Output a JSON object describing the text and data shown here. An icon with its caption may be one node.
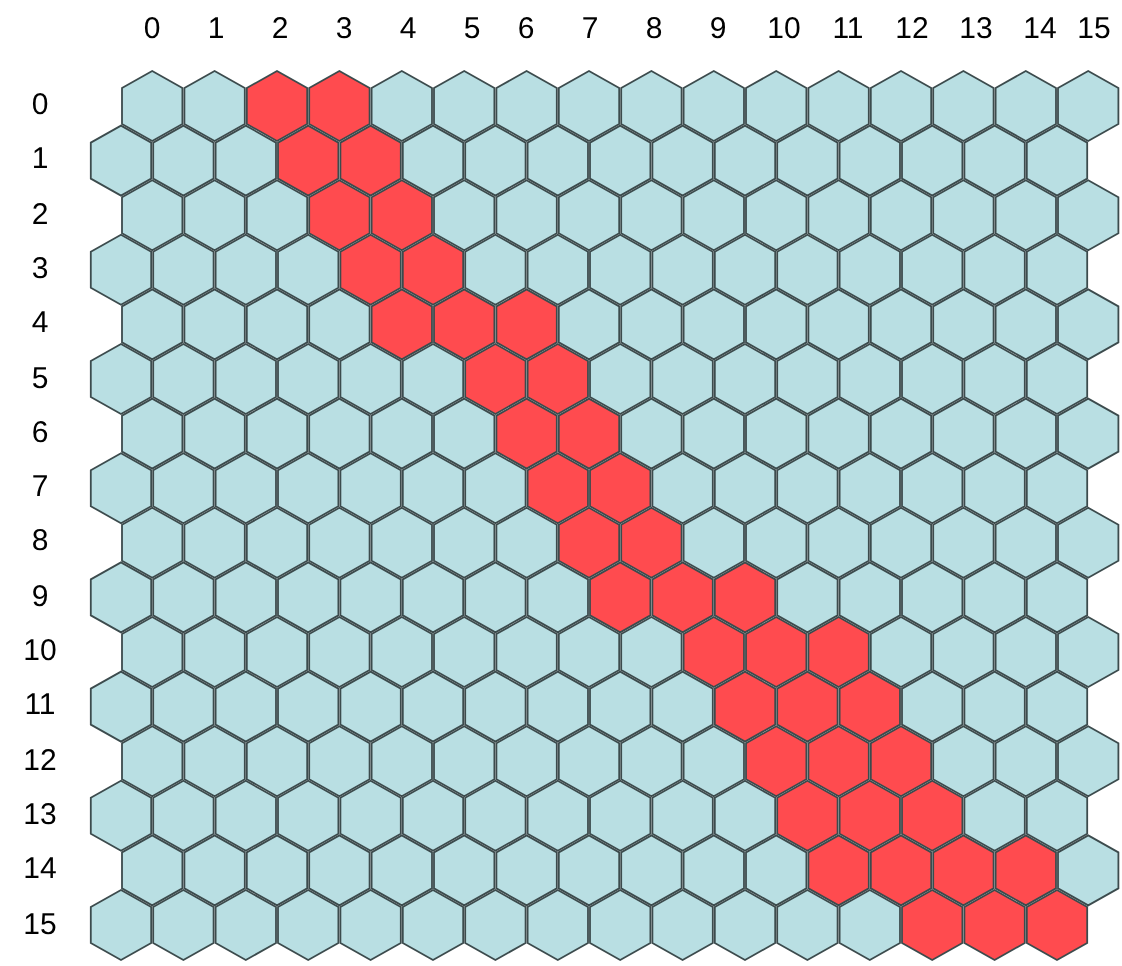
{
  "diagram": {
    "labels": [
      "0",
      "1",
      "2",
      "3",
      "4",
      "5",
      "6",
      "7",
      "8",
      "9",
      "10",
      "11",
      "12",
      "13",
      "14",
      "15",
      "0",
      "1",
      "2",
      "3",
      "4",
      "5",
      "6",
      "7",
      "8",
      "9",
      "10",
      "11",
      "12",
      "13",
      "14",
      "15"
    ]
  }
}
